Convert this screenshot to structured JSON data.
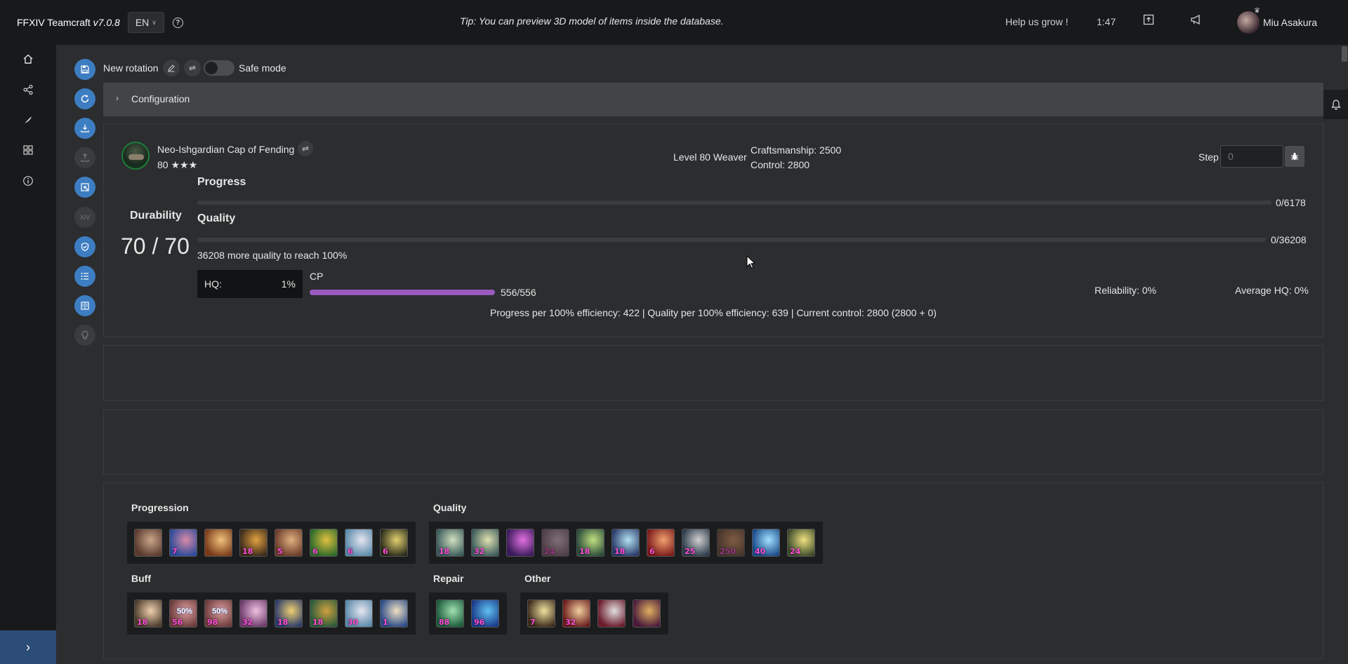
{
  "header": {
    "app_name": "FFXIV Teamcraft",
    "version": "v7.0.8",
    "language": "EN",
    "tip": "Tip: You can preview 3D model of items inside the database.",
    "help_us": "Help us grow !",
    "time": "1:47",
    "user_name": "Miu Asakura"
  },
  "rotation": {
    "name": "New rotation",
    "safe_mode_label": "Safe mode",
    "safe_mode_on": false,
    "configuration_label": "Configuration"
  },
  "item": {
    "name": "Neo-Ishgardian Cap of Fending",
    "level": "80 ★★★"
  },
  "crafter": {
    "job": "Level 80 Weaver",
    "craftsmanship": "Craftsmanship: 2500",
    "control": "Control: 2800"
  },
  "step": {
    "label": "Step",
    "placeholder": "0"
  },
  "durability": {
    "label": "Durability",
    "value": "70 / 70"
  },
  "progress": {
    "label": "Progress",
    "count": "0/6178",
    "fraction": 0
  },
  "quality": {
    "label": "Quality",
    "count": "0/36208",
    "fraction": 0,
    "note": "36208 more quality to reach 100%"
  },
  "hq": {
    "label": "HQ:",
    "value": "1%"
  },
  "cp": {
    "label": "CP",
    "value": "556/556",
    "fraction": 1
  },
  "reliability": "Reliability: 0%",
  "average_hq": "Average HQ: 0%",
  "efficiency": "Progress per 100% efficiency: 422 | Quality per 100% efficiency: 639 | Current control: 2800 (2800 + 0)",
  "groups": {
    "progression": {
      "label": "Progression",
      "actions": [
        {
          "name": "basic-synthesis",
          "cost": "",
          "colors": [
            "#5a3a2e",
            "#c9a58a"
          ]
        },
        {
          "name": "rapid-synthesis",
          "cost": "7",
          "colors": [
            "#2a4a9a",
            "#d88aa8"
          ]
        },
        {
          "name": "muscle-memory",
          "cost": "",
          "colors": [
            "#7a3a1a",
            "#f0c27a"
          ]
        },
        {
          "name": "careful-synthesis",
          "cost": "18",
          "colors": [
            "#3a2a1a",
            "#e0a040"
          ]
        },
        {
          "name": "focused-synthesis",
          "cost": "5",
          "colors": [
            "#6a3a2a",
            "#e0b080"
          ]
        },
        {
          "name": "groundwork",
          "cost": "6",
          "colors": [
            "#2a6a2a",
            "#e0c040"
          ]
        },
        {
          "name": "intensive-synthesis",
          "cost": "6",
          "colors": [
            "#5a8aaa",
            "#e6e6f0"
          ]
        },
        {
          "name": "prudent-synthesis",
          "cost": "6",
          "colors": [
            "#2a2a1a",
            "#e0d070"
          ]
        }
      ]
    },
    "quality": {
      "label": "Quality",
      "actions": [
        {
          "name": "basic-touch",
          "cost": "18",
          "colors": [
            "#3a5a5a",
            "#d0e0c0"
          ],
          "dim": false
        },
        {
          "name": "standard-touch",
          "cost": "32",
          "colors": [
            "#3a5a5a",
            "#e0e0b0"
          ],
          "dim": false
        },
        {
          "name": "byregots-blessing",
          "cost": "",
          "colors": [
            "#3a1a5a",
            "#e070e0"
          ],
          "dim": false
        },
        {
          "name": "precise-touch",
          "cost": "24",
          "colors": [
            "#7a5a6a",
            "#d0b0c0"
          ],
          "dim": true
        },
        {
          "name": "prudent-touch",
          "cost": "18",
          "colors": [
            "#2a4a3a",
            "#c0e080"
          ],
          "dim": false
        },
        {
          "name": "preparatory-touch",
          "cost": "18",
          "colors": [
            "#2a3a6a",
            "#b0e0f0"
          ],
          "dim": false
        },
        {
          "name": "focused-touch",
          "cost": "6",
          "colors": [
            "#7a1a1a",
            "#f0a070"
          ],
          "dim": false
        },
        {
          "name": "advanced-touch",
          "cost": "25",
          "colors": [
            "#2a3a4a",
            "#d0d0d0"
          ],
          "dim": false
        },
        {
          "name": "trained-eye",
          "cost": "250",
          "colors": [
            "#6a4a3a",
            "#d09060"
          ],
          "dim": true
        },
        {
          "name": "trained-finesse",
          "cost": "40",
          "colors": [
            "#1a4a8a",
            "#a0e0ff"
          ],
          "dim": false
        },
        {
          "name": "refined-touch",
          "cost": "24",
          "colors": [
            "#3a4a2a",
            "#f0e080"
          ],
          "dim": false
        }
      ]
    },
    "buff": {
      "label": "Buff",
      "actions": [
        {
          "name": "inner-quiet",
          "cost": "18",
          "colors": [
            "#4a3a2a",
            "#f0d0b0"
          ]
        },
        {
          "name": "great-strides",
          "cost": "56",
          "colors": [
            "#6a3a3a",
            "#e0a0a0"
          ],
          "pct": "50%"
        },
        {
          "name": "innovation",
          "cost": "98",
          "colors": [
            "#6a3a3a",
            "#e0a0a0"
          ],
          "pct": "50%"
        },
        {
          "name": "veneration",
          "cost": "32",
          "colors": [
            "#6a3a6a",
            "#f0c0e0"
          ]
        },
        {
          "name": "waste-not",
          "cost": "18",
          "colors": [
            "#2a3a6a",
            "#f0d070"
          ]
        },
        {
          "name": "waste-not-ii",
          "cost": "18",
          "colors": [
            "#2a5a3a",
            "#d0a040"
          ]
        },
        {
          "name": "manipulation",
          "cost": "30",
          "colors": [
            "#5a8aaa",
            "#e6e6f0"
          ]
        },
        {
          "name": "final-appraisal",
          "cost": "1",
          "colors": [
            "#2a4a8a",
            "#f0e0c0"
          ]
        }
      ]
    },
    "repair": {
      "label": "Repair",
      "actions": [
        {
          "name": "masters-mend",
          "cost": "88",
          "colors": [
            "#1a5a3a",
            "#a0e0b0"
          ]
        },
        {
          "name": "immaculate-mend",
          "cost": "96",
          "colors": [
            "#1a3a8a",
            "#60c0f0"
          ]
        }
      ]
    },
    "other": {
      "label": "Other",
      "actions": [
        {
          "name": "observe",
          "cost": "7",
          "colors": [
            "#3a2a1a",
            "#f0e0a0"
          ]
        },
        {
          "name": "delicate-synthesis",
          "cost": "32",
          "colors": [
            "#6a1a1a",
            "#f0d0a0"
          ]
        },
        {
          "name": "trained-perfection",
          "cost": "",
          "colors": [
            "#6a1a2a",
            "#e0e0e0"
          ]
        },
        {
          "name": "daring-touch",
          "cost": "",
          "colors": [
            "#4a1a3a",
            "#e0b060"
          ]
        }
      ]
    }
  },
  "colors": {
    "accent": "#3d7dc2",
    "cp_bar": "#9a5bc0",
    "cost_text": "#ff4fd8"
  }
}
